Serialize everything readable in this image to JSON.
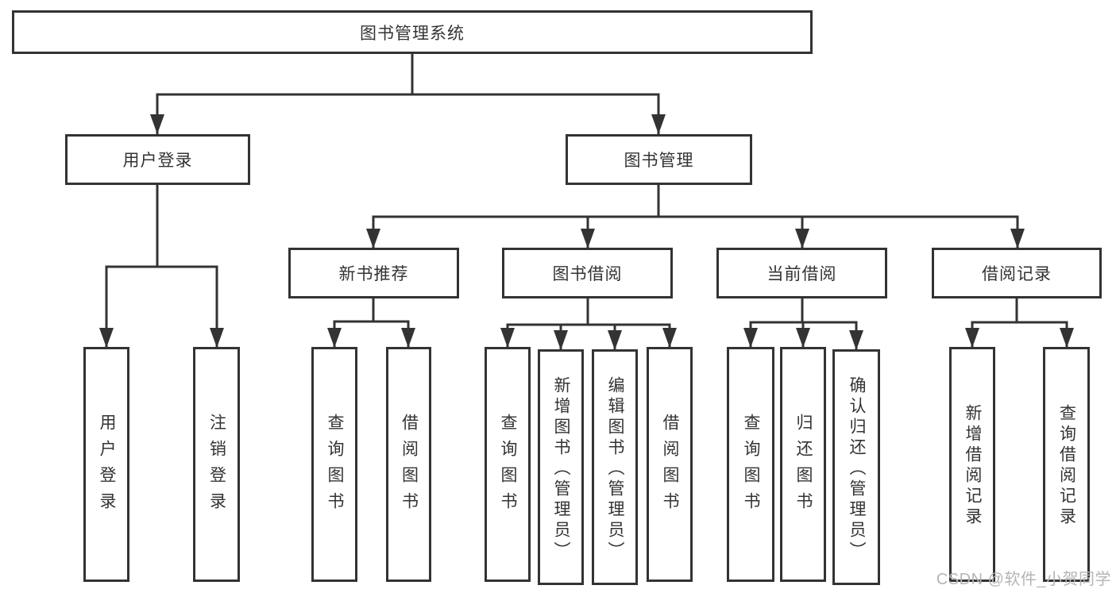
{
  "colors": {
    "line": "#333333",
    "box_border": "#333333",
    "text": "#333333",
    "watermark": "#b5b5b5",
    "background": "#ffffff"
  },
  "tree": {
    "root": "图书管理系统",
    "branches": [
      {
        "label": "用户登录",
        "children": [
          "用户登录",
          "注销登录"
        ]
      },
      {
        "label": "图书管理",
        "children": [
          {
            "label": "新书推荐",
            "children": [
              "查询图书",
              "借阅图书"
            ]
          },
          {
            "label": "图书借阅",
            "children": [
              "查询图书",
              "新增图书（管理员）",
              "编辑图书（管理员）",
              "借阅图书"
            ]
          },
          {
            "label": "当前借阅",
            "children": [
              "查询图书",
              "归还图书",
              "确认归还（管理员）"
            ]
          },
          {
            "label": "借阅记录",
            "children": [
              "新增借阅记录",
              "查询借阅记录"
            ]
          }
        ]
      }
    ]
  },
  "watermark": {
    "text": "CSDN @软件_小贺同学"
  }
}
